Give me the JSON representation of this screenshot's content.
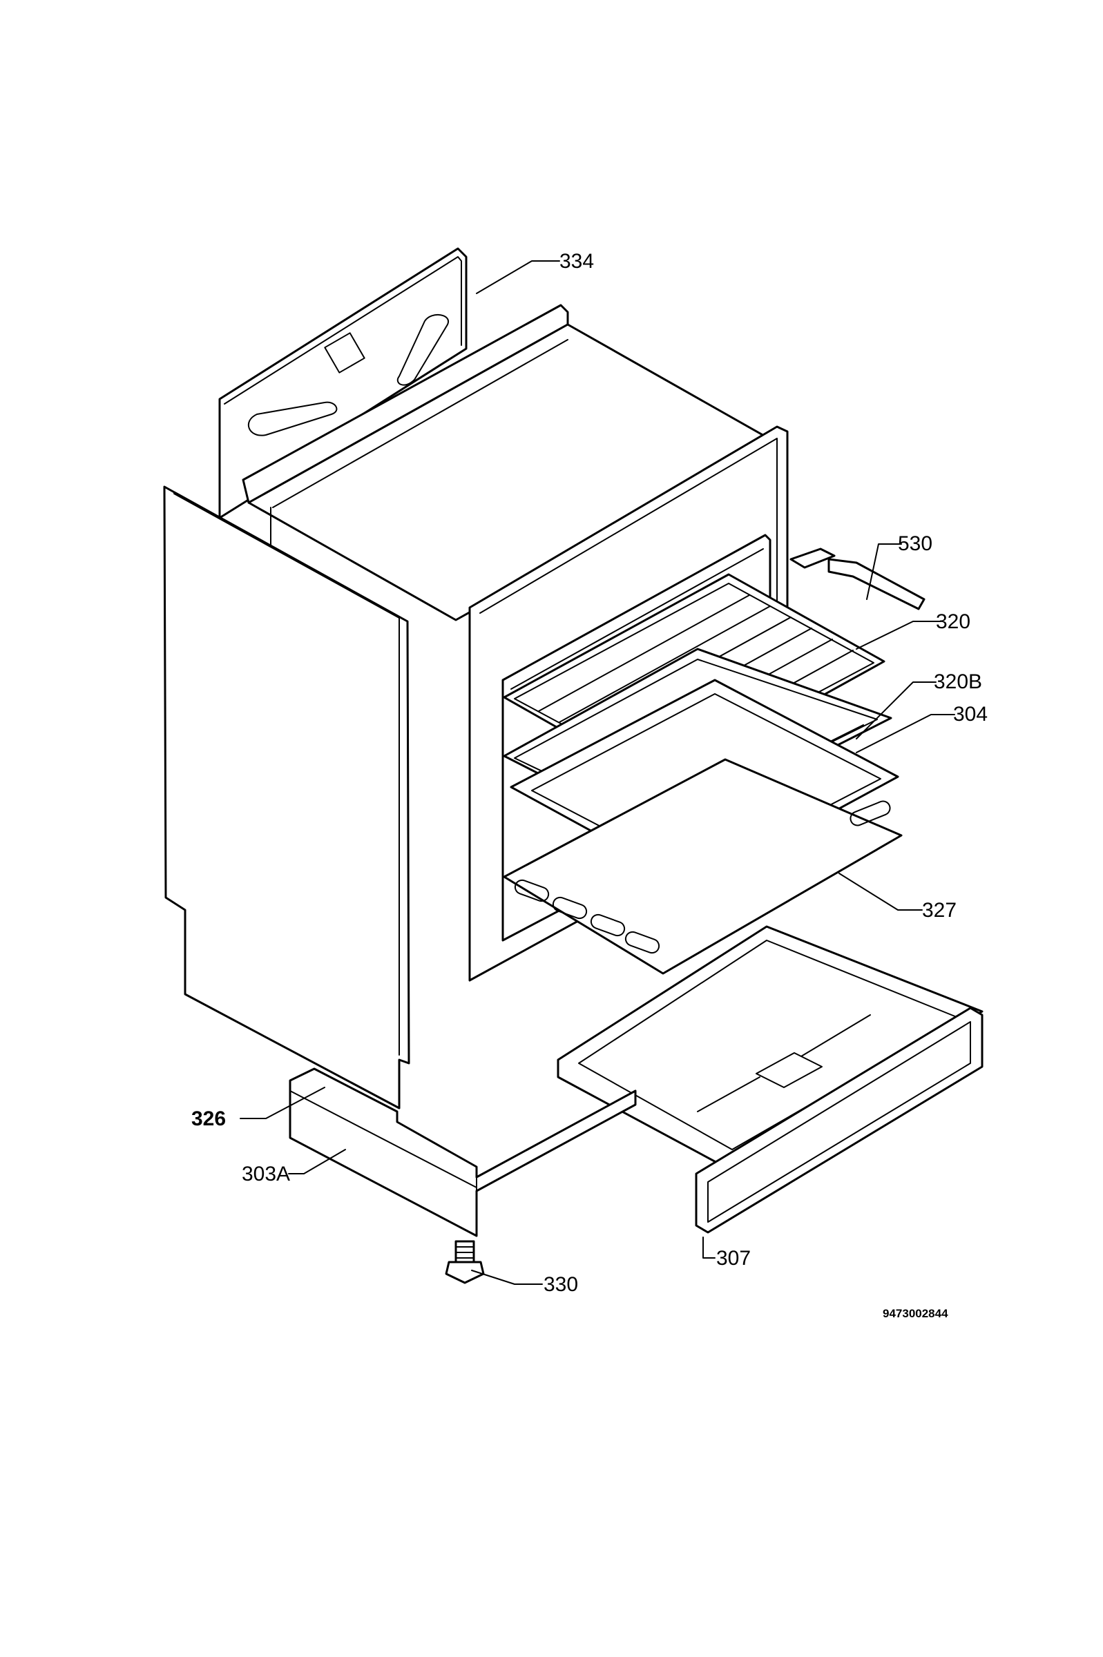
{
  "diagram": {
    "labels": {
      "p334": "334",
      "p530": "530",
      "p320": "320",
      "p320b": "320B",
      "p304": "304",
      "p327": "327",
      "p326": "326",
      "p303a": "303A",
      "p330": "330",
      "p307": "307"
    },
    "reference_number": "9473002844"
  }
}
